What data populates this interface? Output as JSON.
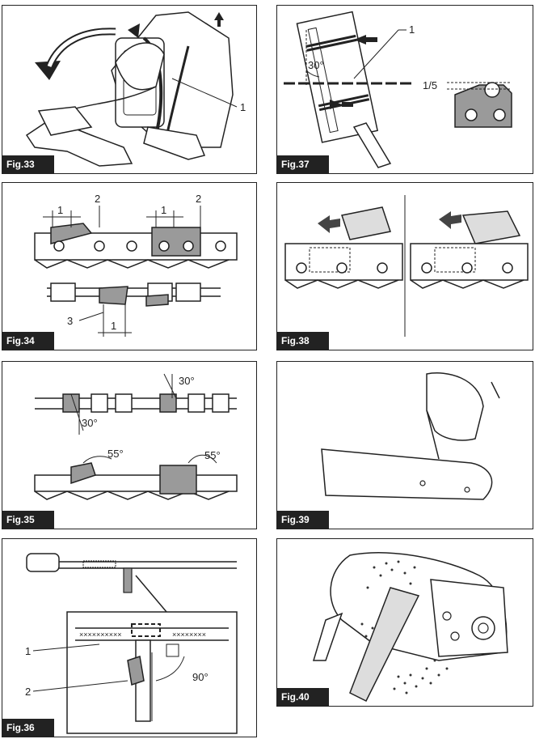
{
  "figures": [
    {
      "label": "Fig.33",
      "callouts": [
        "1"
      ]
    },
    {
      "label": "Fig.34",
      "callouts": [
        "1",
        "2",
        "1",
        "2",
        "3",
        "1"
      ]
    },
    {
      "label": "Fig.35",
      "callouts": [
        "30°",
        "30°",
        "55°",
        "55°"
      ]
    },
    {
      "label": "Fig.36",
      "callouts": [
        "1",
        "2",
        "90°"
      ]
    },
    {
      "label": "Fig.37",
      "callouts": [
        "1",
        "30°",
        "1/5"
      ]
    },
    {
      "label": "Fig.38",
      "callouts": []
    },
    {
      "label": "Fig.39",
      "callouts": []
    },
    {
      "label": "Fig.40",
      "callouts": []
    }
  ],
  "colors": {
    "border": "#222222",
    "part_gray": "#9a9a9a",
    "label_bg": "#222222"
  }
}
